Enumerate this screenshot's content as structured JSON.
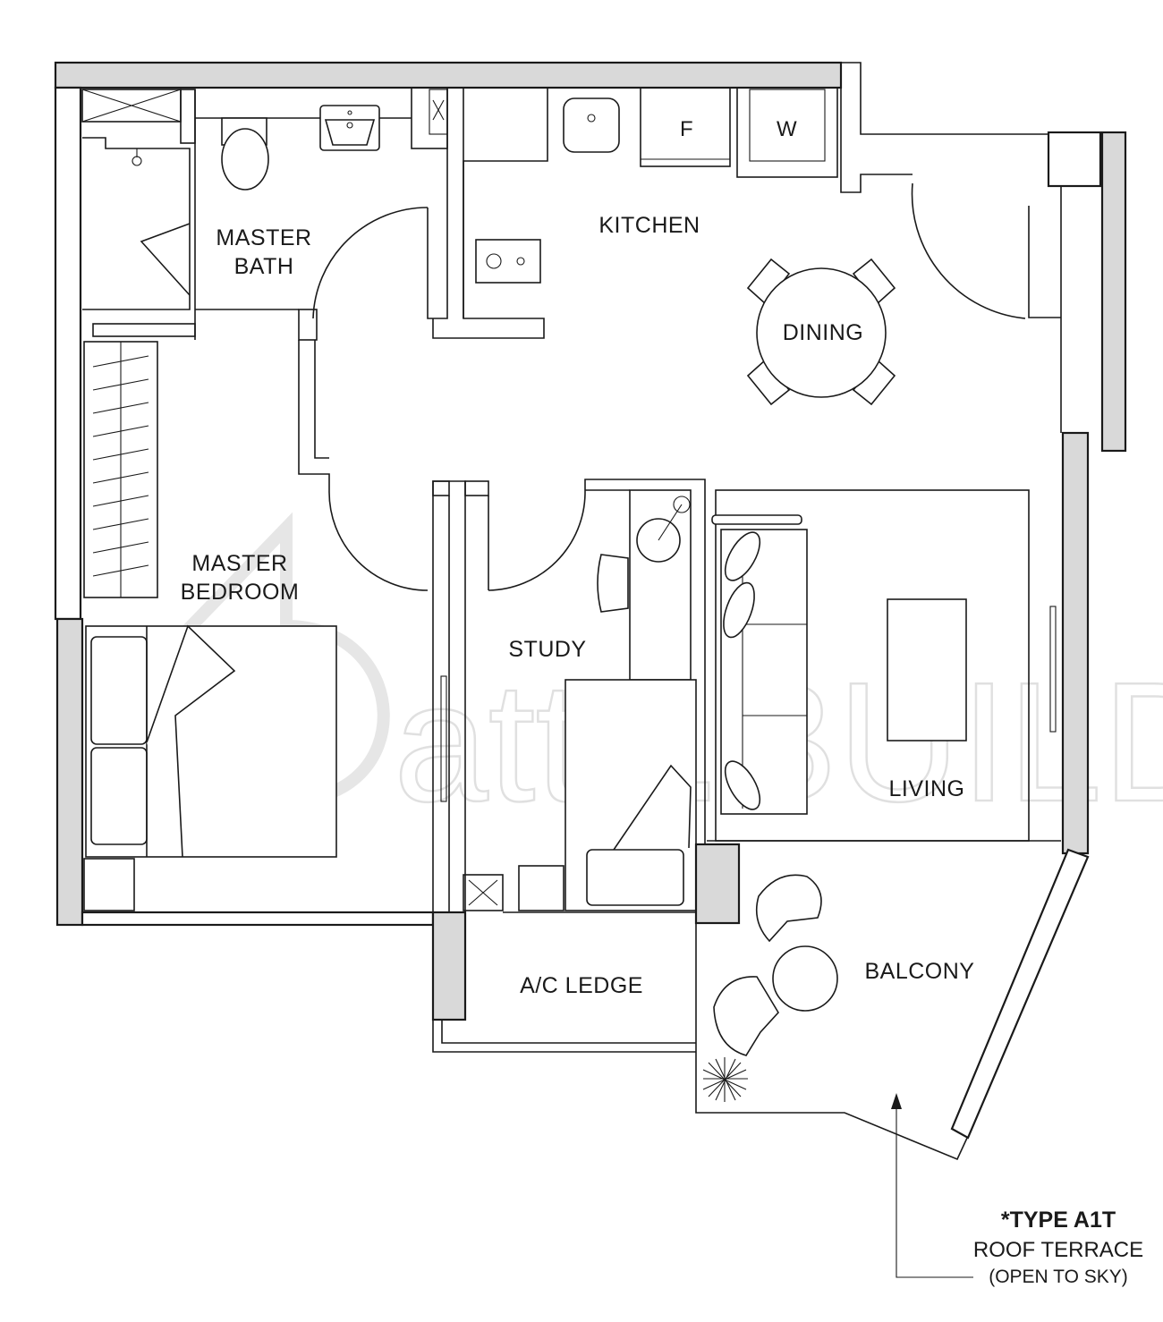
{
  "rooms": {
    "master_bath_line1": "MASTER",
    "master_bath_line2": "BATH",
    "kitchen": "KITCHEN",
    "dining": "DINING",
    "master_bedroom_line1": "MASTER",
    "master_bedroom_line2": "BEDROOM",
    "study": "STUDY",
    "living": "LIVING",
    "ac_ledge": "A/C LEDGE",
    "balcony": "BALCONY"
  },
  "appliances": {
    "fridge": "F",
    "washer": "W"
  },
  "note": {
    "title": "*TYPE A1T",
    "line1": "ROOF TERRACE",
    "line2": "(OPEN TO SKY)"
  },
  "watermark": {
    "text": "attri.BUILD"
  }
}
